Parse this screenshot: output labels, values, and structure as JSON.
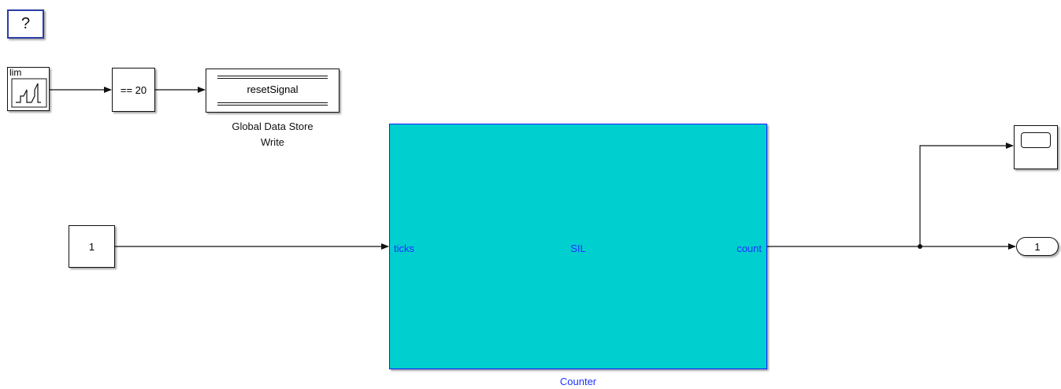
{
  "help": {
    "label": "?"
  },
  "limited_counter": {
    "icon_text": "lim"
  },
  "compare": {
    "label": "== 20"
  },
  "data_store_write": {
    "signal": "resetSignal",
    "caption_line1": "Global Data Store",
    "caption_line2": "Write"
  },
  "constant": {
    "value": "1"
  },
  "counter": {
    "in_port": "ticks",
    "center": "SIL",
    "out_port": "count",
    "caption": "Counter"
  },
  "outport": {
    "value": "1"
  },
  "colors": {
    "subsystem_fill": "#00cfcf",
    "subsystem_text": "#1a33ff",
    "help_border": "#2a3ca8"
  },
  "icons": [
    "question-icon",
    "limited-counter-icon",
    "scope-icon"
  ]
}
